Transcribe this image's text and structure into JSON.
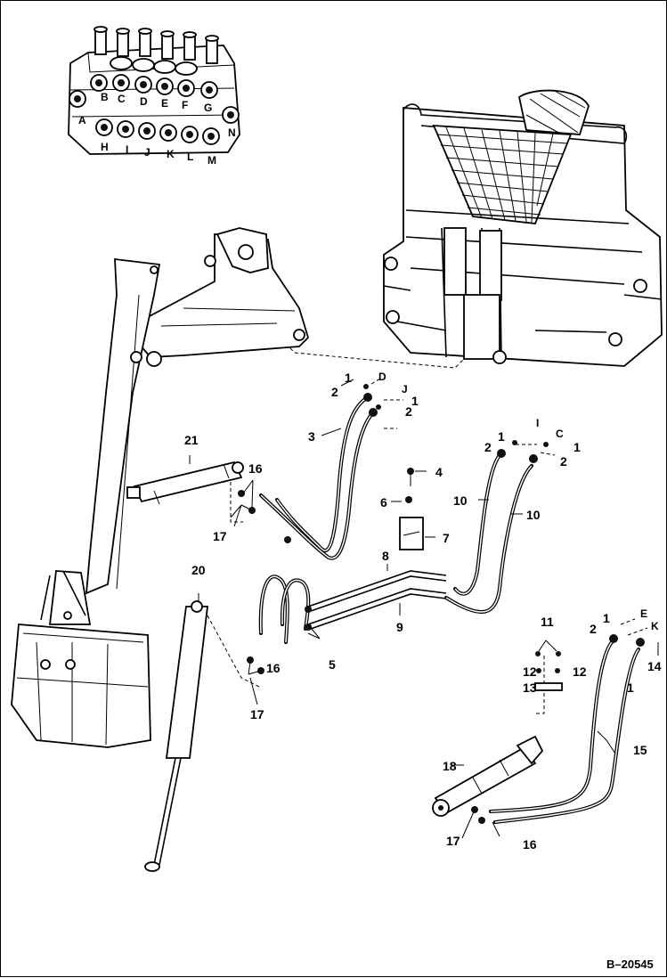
{
  "diagram": {
    "reference": "B–20545",
    "valve_ports": {
      "upper": [
        "B",
        "C",
        "D",
        "E",
        "F",
        "G"
      ],
      "lower": [
        "H",
        "I",
        "J",
        "K",
        "L",
        "M"
      ],
      "left": "A",
      "right": "N"
    },
    "callouts": {
      "c1": "1",
      "c2": "2",
      "c3": "3",
      "c4": "4",
      "c5": "5",
      "c6": "6",
      "c7": "7",
      "c8": "8",
      "c9": "9",
      "c10": "10",
      "c11": "11",
      "c12": "12",
      "c13": "13",
      "c14": "14",
      "c15": "15",
      "c16": "16",
      "c17": "17",
      "c18": "18",
      "c20": "20",
      "c21": "21"
    },
    "hose_ports": {
      "d": "D",
      "j": "J",
      "i": "I",
      "c": "C",
      "e": "E",
      "k": "K"
    }
  }
}
